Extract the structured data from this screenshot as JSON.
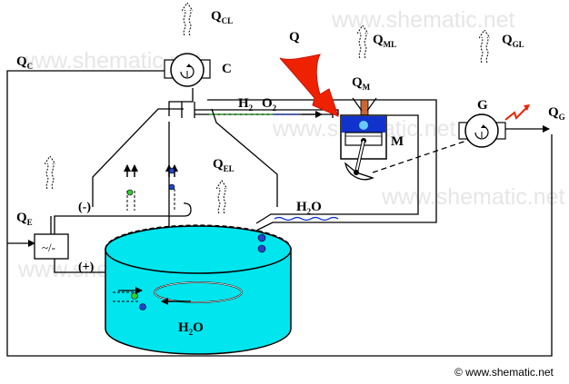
{
  "labels": {
    "q_cl_main": "Q",
    "q_cl_sub": "CL",
    "q": "Q",
    "q_ml_main": "Q",
    "q_ml_sub": "ML",
    "q_gl_main": "Q",
    "q_gl_sub": "GL",
    "q_c_main": "Q",
    "q_c_sub": "C",
    "c": "C",
    "h2_main": "H",
    "h2_sub": "2",
    "o2_main": "O",
    "o2_sub": "2",
    "q_m_main": "Q",
    "q_m_sub": "M",
    "m": "M",
    "g": "G",
    "q_g_main": "Q",
    "q_g_sub": "G",
    "q_el_main": "Q",
    "q_el_sub": "EL",
    "minus": "(-)",
    "plus": "(+)",
    "q_e_main": "Q",
    "q_e_sub": "E",
    "rectifier": "~/-",
    "h2o_pipe_main": "H",
    "h2o_pipe_sub": "2",
    "h2o_pipe_end": "O",
    "h2o_tank_main": "H",
    "h2o_tank_sub": "2",
    "h2o_tank_end": "O"
  },
  "watermarks": [
    "www.shematic.net",
    "www.shematic.net",
    "www.shematic.net",
    "www.shematic.net",
    "www.shematic.net"
  ],
  "copyright": "© www.shematic.net",
  "colors": {
    "water": "#00e5ee",
    "arrow_red": "#ee2200",
    "engine_blue": "#0022cc",
    "bubble_green": "#33cc33",
    "bubble_blue": "#2244cc"
  },
  "icons": [
    "compressor-icon",
    "generator-icon",
    "heat-loss-arrow-icon",
    "engine-piston-icon",
    "electrolysis-tank-icon"
  ]
}
